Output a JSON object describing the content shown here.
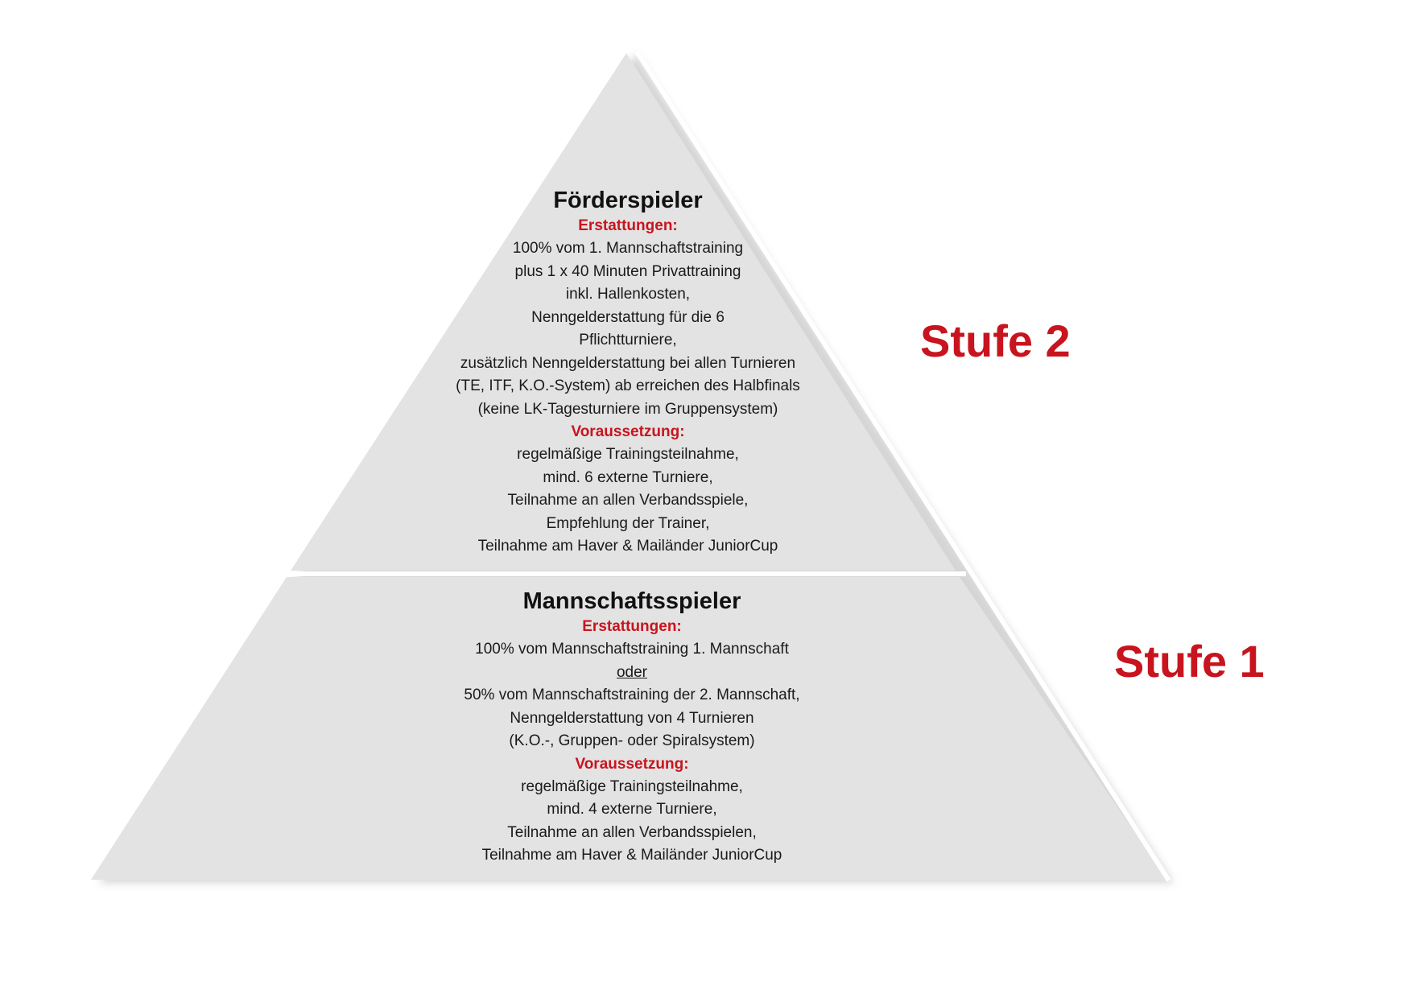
{
  "colors": {
    "pyramid_fill": "#e3e3e3",
    "shadow": "#c8c8c8",
    "divider": "#ffffff",
    "accent_red": "#c8141e",
    "text": "#1a1a1a"
  },
  "tiers": [
    {
      "level_label": "Stufe 2",
      "title": "Förderspieler",
      "erstattungen_heading": "Erstattungen:",
      "erstattungen": [
        "100% vom 1. Mannschaftstraining",
        "plus 1 x 40 Minuten Privattraining",
        "inkl. Hallenkosten,",
        "Nenngelderstattung für die 6",
        "Pflichtturniere,",
        "zusätzlich Nenngelderstattung bei allen Turnieren",
        "(TE, ITF, K.O.-System) ab erreichen des Halbfinals",
        "(keine LK-Tagesturniere im Gruppensystem)"
      ],
      "voraussetzung_heading": "Voraussetzung:",
      "voraussetzung": [
        "regelmäßige Trainingsteilnahme,",
        "mind. 6 externe Turniere,",
        "Teilnahme an allen Verbandsspiele,",
        "Empfehlung der Trainer,",
        "Teilnahme am Haver & Mailänder JuniorCup"
      ]
    },
    {
      "level_label": "Stufe 1",
      "title": "Mannschaftsspieler",
      "erstattungen_heading": "Erstattungen:",
      "erstattungen": [
        "100% vom Mannschaftstraining 1. Mannschaft",
        "oder",
        "50% vom Mannschaftstraining der 2. Mannschaft,",
        "Nenngelderstattung von 4 Turnieren",
        "(K.O.-, Gruppen- oder Spiralsystem)"
      ],
      "voraussetzung_heading": "Voraussetzung:",
      "voraussetzung": [
        "regelmäßige Trainingsteilnahme,",
        "mind. 4 externe Turniere,",
        "Teilnahme an allen Verbandsspielen,",
        "Teilnahme am Haver & Mailänder JuniorCup"
      ]
    }
  ]
}
